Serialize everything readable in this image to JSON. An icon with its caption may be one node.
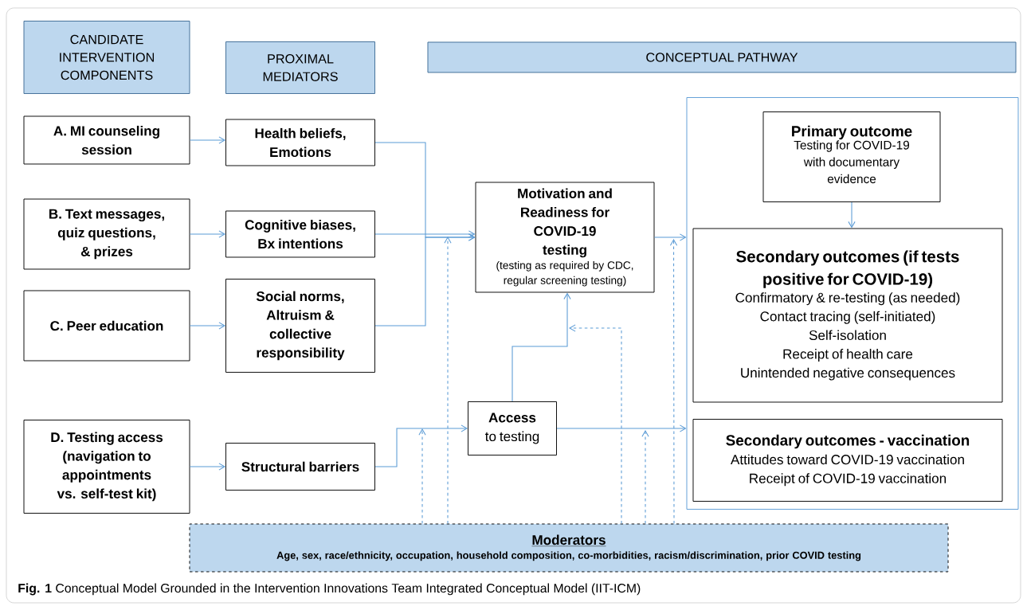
{
  "diagram": {
    "caption": "**Fig. 1** Conceptual Model Grounded in the Intervention Innovations Team Integrated Conceptual Model (IIT-ICM)",
    "nodes": [
      {
        "text": [
          "CANDIDATE INTERVENTION COMPONENTS"
        ]
      },
      {
        "text": [
          "PROXIMAL MEDIATORS"
        ]
      },
      {
        "text": [
          "CONCEPTUAL PATHWAY"
        ]
      },
      {
        "text": [
          "A. MI counseling session"
        ]
      },
      {
        "text": [
          "Health beliefs, Emotions"
        ]
      },
      {
        "text": [
          "B. Text messages, quiz questions, & prizes"
        ]
      },
      {
        "text": [
          "Cognitive biases, Bx intentions"
        ]
      },
      {
        "text": [
          "C. Peer education"
        ]
      },
      {
        "text": [
          "Social norms, Altruism & collective responsibility"
        ]
      },
      {
        "text": [
          "D. Testing access (navigation to appointments vs. self-test kit)"
        ]
      },
      {
        "text": [
          "Structural barriers"
        ]
      },
      {
        "text": [
          "Motivation and Readiness for COVID-19 testing",
          "(testing as required by CDC, regular screening testing)"
        ]
      },
      {
        "text": [
          "**Access** to testing"
        ]
      },
      {
        "text": [],
        "shape": "box"
      },
      {
        "text": [
          "Primary outcome",
          "Testing for COVID-19 with documentary evidence"
        ],
        "in": 13
      },
      {
        "text": [
          "Secondary outcomes (if tests positive for COVID-19)",
          "Confirmatory & re-testing (as needed)",
          "Contact tracing (self-initiated)",
          "Self-isolation",
          "Receipt of health care",
          "Unintended negative consequences"
        ],
        "in": 13
      },
      {
        "text": [
          "Secondary outcomes - vaccination",
          "Attitudes toward COVID-19 vaccination",
          "Receipt of COVID-19 vaccination"
        ],
        "in": 13
      },
      {
        "text": [
          "Moderators",
          "Age, sex, race/ethnicity, occupation, household composition, co-morbidities, racism/discrimination, prior COVID testing"
        ]
      }
    ],
    "edges": [
      {
        "from": 3,
        "to": 4,
        "arrow": "to"
      },
      {
        "from": 5,
        "to": 6,
        "arrow": "to"
      },
      {
        "from": 7,
        "to": 8,
        "arrow": "to"
      },
      {
        "from": 9,
        "to": 10,
        "arrow": "to"
      },
      {
        "from": 4,
        "to": 11,
        "arrow": "to"
      },
      {
        "from": 6,
        "to": 11,
        "arrow": "to"
      },
      {
        "from": 8,
        "to": 11,
        "arrow": "to"
      },
      {
        "from": 10,
        "to": 12,
        "arrow": "to"
      },
      {
        "from": 12,
        "to": 11,
        "arrow": "to"
      },
      {
        "from": 11,
        "to": 13,
        "arrow": "to"
      },
      {
        "from": 12,
        "to": 13,
        "arrow": "to"
      },
      {
        "from": 14,
        "to": 15,
        "arrow": "to"
      },
      {
        "from": 17,
        "to": null,
        "arrow": "to",
        "style": "dashed"
      },
      {
        "from": 17,
        "to": null,
        "arrow": "to",
        "style": "dashed"
      },
      {
        "from": 17,
        "to": null,
        "arrow": "to",
        "style": "dashed"
      },
      {
        "from": 17,
        "to": null,
        "arrow": "to",
        "style": "dashed"
      },
      {
        "from": 17,
        "to": 13,
        "arrow": "to",
        "style": "dashed"
      }
    ]
  }
}
